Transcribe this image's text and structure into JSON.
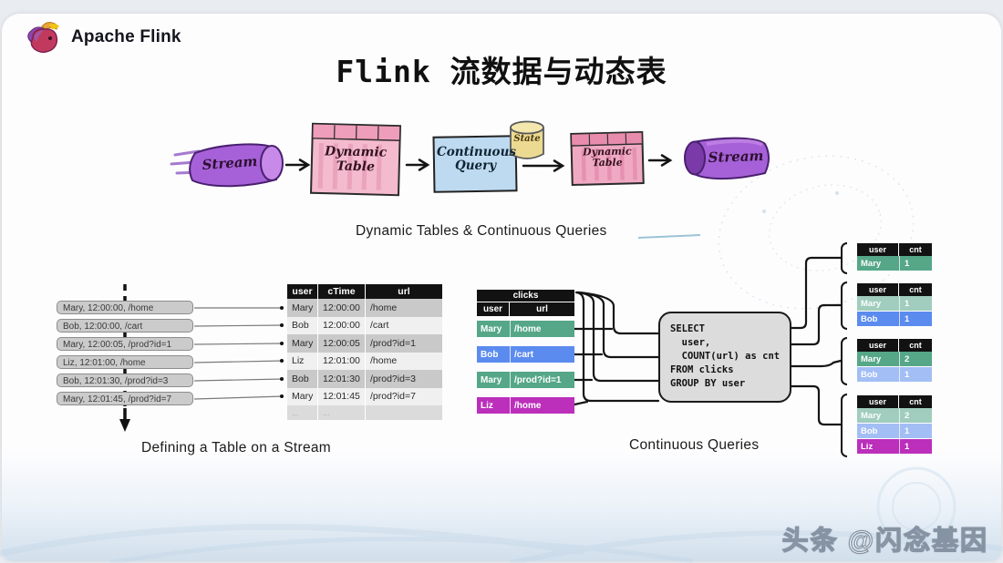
{
  "slide": {
    "logo_text": "Apache Flink",
    "title": "Flink 流数据与动态表",
    "watermark": "头条 @闪念基因"
  },
  "flow": {
    "stream_in_label": "Stream",
    "dynamic_table1_label": "Dynamic Table",
    "continuous_query_label": "Continuous Query",
    "state_label": "State",
    "dynamic_table2_label": "Dynamic Table",
    "stream_out_label": "Stream",
    "caption": "Dynamic Tables & Continuous Queries"
  },
  "stream_section": {
    "caption": "Defining a Table on a Stream",
    "events": [
      "Mary, 12:00:00, /home",
      "Bob, 12:00:00, /cart",
      "Mary, 12:00:05, /prod?id=1",
      "Liz,  12:01:00, /home",
      "Bob, 12:01:30, /prod?id=3",
      "Mary, 12:01:45, /prod?id=7"
    ],
    "table": {
      "headers": [
        "user",
        "cTime",
        "url"
      ],
      "rows": [
        [
          "Mary",
          "12:00:00",
          "/home"
        ],
        [
          "Bob",
          "12:00:00",
          "/cart"
        ],
        [
          "Mary",
          "12:00:05",
          "/prod?id=1"
        ],
        [
          "Liz",
          "12:01:00",
          "/home"
        ],
        [
          "Bob",
          "12:01:30",
          "/prod?id=3"
        ],
        [
          "Mary",
          "12:01:45",
          "/prod?id=7"
        ]
      ],
      "more_row": [
        "...",
        "...",
        ""
      ]
    }
  },
  "query_section": {
    "caption": "Continuous Queries",
    "clicks_table": {
      "title": "clicks",
      "headers": [
        "user",
        "url"
      ],
      "rows": [
        {
          "user": "Mary",
          "url": "/home",
          "color": "green"
        },
        {
          "user": "Bob",
          "url": "/cart",
          "color": "blue"
        },
        {
          "user": "Mary",
          "url": "/prod?id=1",
          "color": "green"
        },
        {
          "user": "Liz",
          "url": "/home",
          "color": "magenta"
        }
      ]
    },
    "sql_lines": [
      "SELECT",
      "  user,",
      "  COUNT(url) as cnt",
      "FROM clicks",
      "GROUP BY user"
    ],
    "result_tables": [
      {
        "headers": [
          "user",
          "cnt"
        ],
        "rows": [
          {
            "user": "Mary",
            "cnt": "1",
            "color": "green",
            "faded": false
          }
        ]
      },
      {
        "headers": [
          "user",
          "cnt"
        ],
        "rows": [
          {
            "user": "Mary",
            "cnt": "1",
            "color": "green",
            "faded": true
          },
          {
            "user": "Bob",
            "cnt": "1",
            "color": "blue",
            "faded": false
          }
        ]
      },
      {
        "headers": [
          "user",
          "cnt"
        ],
        "rows": [
          {
            "user": "Mary",
            "cnt": "2",
            "color": "green",
            "faded": false
          },
          {
            "user": "Bob",
            "cnt": "1",
            "color": "blue",
            "faded": true
          }
        ]
      },
      {
        "headers": [
          "user",
          "cnt"
        ],
        "rows": [
          {
            "user": "Mary",
            "cnt": "2",
            "color": "green",
            "faded": true
          },
          {
            "user": "Bob",
            "cnt": "1",
            "color": "blue",
            "faded": true
          },
          {
            "user": "Liz",
            "cnt": "1",
            "color": "magenta",
            "faded": false
          }
        ]
      }
    ]
  },
  "colors": {
    "row_green": "#55A788",
    "row_blue": "#5B8BEE",
    "row_magenta": "#BB2FBB",
    "table_header_black": "#121212",
    "stream_purple": "#A661D8",
    "dynamic_table_pink": "#F4BACD",
    "query_box_blue": "#BEDAF0",
    "state_yellow": "#ECDA92",
    "sql_box_gray": "#DCDCDC"
  }
}
